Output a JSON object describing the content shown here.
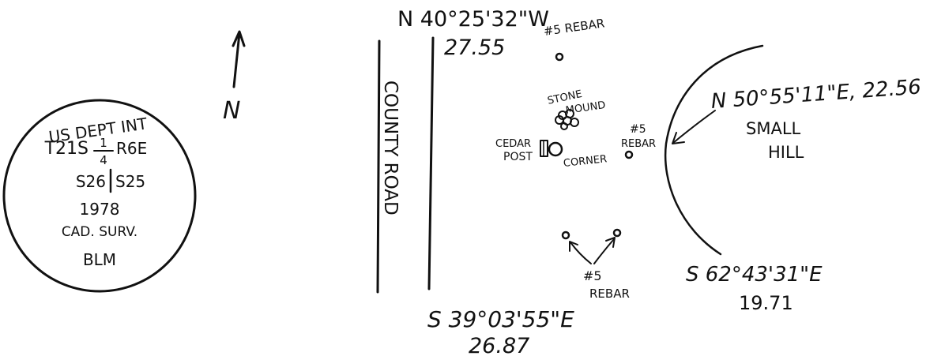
{
  "seal": {
    "line1": "US DEPT INT",
    "township": "T21S",
    "fraction_num": "1",
    "fraction_den": "4",
    "range": "R6E",
    "section_left": "S26",
    "section_right": "S25",
    "year": "1978",
    "survey": "CAD. SURV.",
    "agency": "BLM"
  },
  "north_arrow": {
    "label": "N"
  },
  "road": {
    "label": "COUNTY ROAD"
  },
  "bearings": {
    "nw": {
      "bearing": "N 40°25'32\"W",
      "distance": "27.55"
    },
    "ne": {
      "bearing": "N 50°55'11\"E, 22.56"
    },
    "se_hill": {
      "bearing": "S 62°43'31\"E",
      "distance": "19.71"
    },
    "south": {
      "bearing": "S 39°03'55\"E",
      "distance": "26.87"
    }
  },
  "labels": {
    "rebar_top": "#5 REBAR",
    "stone_mound_1": "STONE",
    "stone_mound_2": "MOUND",
    "cedar_1": "CEDAR",
    "cedar_2": "POST",
    "corner": "CORNER",
    "rebar_right_1": "#5",
    "rebar_right_2": "REBAR",
    "rebar_bottom_1": "#5",
    "rebar_bottom_2": "REBAR",
    "hill_1": "SMALL",
    "hill_2": "HILL"
  }
}
